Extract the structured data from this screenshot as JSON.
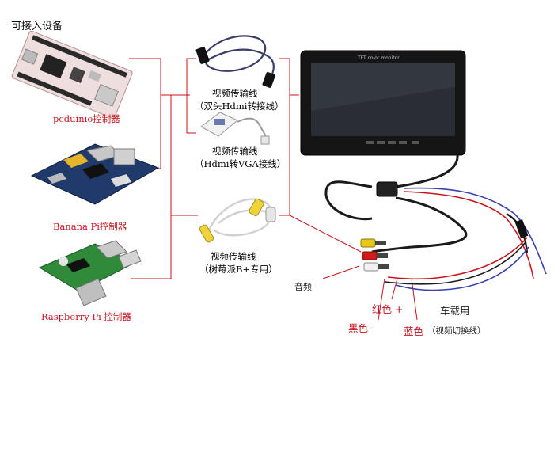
{
  "heading": "可接入设备",
  "devices": [
    {
      "label": "pcduinio控制器"
    },
    {
      "label": "Banana Pi控制器"
    },
    {
      "label": "Raspberry Pi 控制器"
    }
  ],
  "monitor_label": "TFT color monitor",
  "cables": [
    {
      "title": "视频传输线",
      "note": "（双头Hdmi转接线）"
    },
    {
      "title": "视频传输线",
      "note": "（Hdmi转VGA接线）"
    },
    {
      "title": "视频传输线",
      "note": "（树莓派B+专用）"
    }
  ],
  "wires": {
    "audio": "音频",
    "red": "红色 +",
    "black": "黑色-",
    "blue": "蓝色",
    "blue_note": "（视频切换线）",
    "car": "车载用"
  },
  "colors": {
    "connector_line": "#c8141e",
    "label_red": "#c8141e"
  }
}
